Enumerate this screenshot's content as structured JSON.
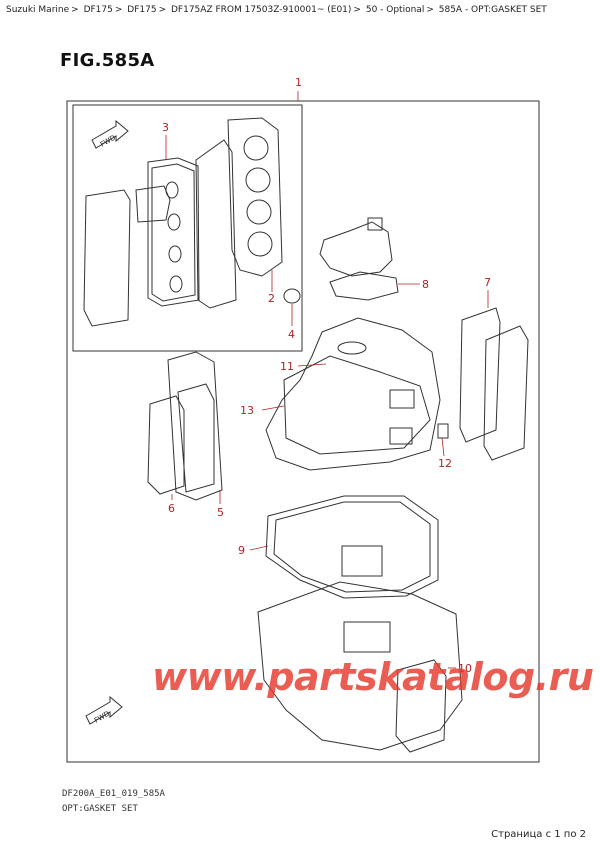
{
  "breadcrumb": {
    "items": [
      "Suzuki Marine",
      "DF175",
      "DF175",
      "DF175AZ FROM 17503Z-910001~ (E01)",
      "50 - Optional",
      "585A - OPT:GASKET SET"
    ],
    "separator": ">"
  },
  "figure": {
    "title": "FIG.585A",
    "callouts": [
      "1",
      "2",
      "3",
      "4",
      "5",
      "6",
      "7",
      "8",
      "9",
      "10",
      "11",
      "12",
      "13"
    ],
    "fwd_label": "FWD"
  },
  "watermark": "www.partskatalog.ru",
  "footer": {
    "code": "DF200A_E01_019_585A",
    "title": "OPT:GASKET SET"
  },
  "pager": "Страница с 1 по 2",
  "colors": {
    "callout": "#b22222",
    "watermark": "#e63a2e",
    "line": "#333333"
  }
}
